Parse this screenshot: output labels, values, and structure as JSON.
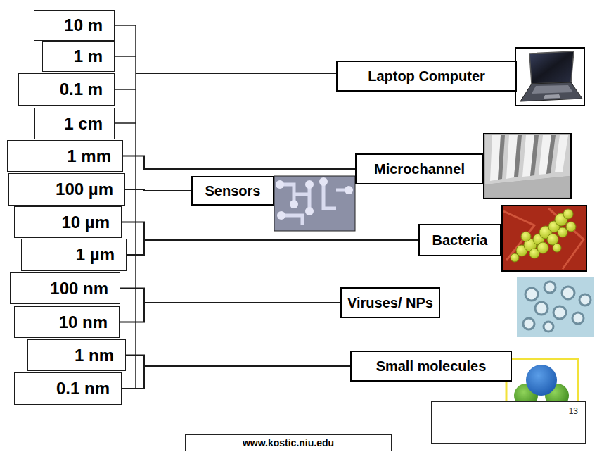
{
  "diagram": {
    "nodes": [
      {
        "text": [
          "10 m"
        ]
      },
      {
        "text": [
          "1 m"
        ]
      },
      {
        "text": [
          "0.1 m"
        ]
      },
      {
        "text": [
          "1 cm"
        ]
      },
      {
        "text": [
          "1 mm"
        ]
      },
      {
        "text": [
          "100 µm"
        ]
      },
      {
        "text": [
          "10 µm"
        ]
      },
      {
        "text": [
          "1 µm"
        ]
      },
      {
        "text": [
          "100 nm"
        ]
      },
      {
        "text": [
          "10 nm"
        ]
      },
      {
        "text": [
          "1 nm"
        ]
      },
      {
        "text": [
          "0.1 nm"
        ]
      },
      {
        "text": [
          "Laptop Computer"
        ]
      },
      {
        "text": [
          "Microchannel"
        ]
      },
      {
        "text": [
          "Sensors"
        ]
      },
      {
        "text": [
          "Bacteria"
        ]
      },
      {
        "text": [
          "Viruses/ NPs"
        ]
      },
      {
        "text": [
          "Small molecules"
        ]
      },
      {
        "text": [
          "13"
        ]
      },
      {
        "text": [
          "www.kostic.niu.edu"
        ]
      }
    ],
    "edges": [
      {
        "from": 4,
        "to": 13,
        "arrow": "none"
      },
      {
        "from": 5,
        "to": 14,
        "arrow": "none"
      },
      {
        "from": 6,
        "to": 15,
        "arrow": "none"
      },
      {
        "from": 7,
        "to": 15,
        "arrow": "none"
      },
      {
        "from": 8,
        "to": 16,
        "arrow": "none"
      },
      {
        "from": 9,
        "to": 16,
        "arrow": "none"
      },
      {
        "from": 10,
        "to": 17,
        "arrow": "none"
      },
      {
        "from": 11,
        "to": 17,
        "arrow": "none"
      }
    ]
  }
}
